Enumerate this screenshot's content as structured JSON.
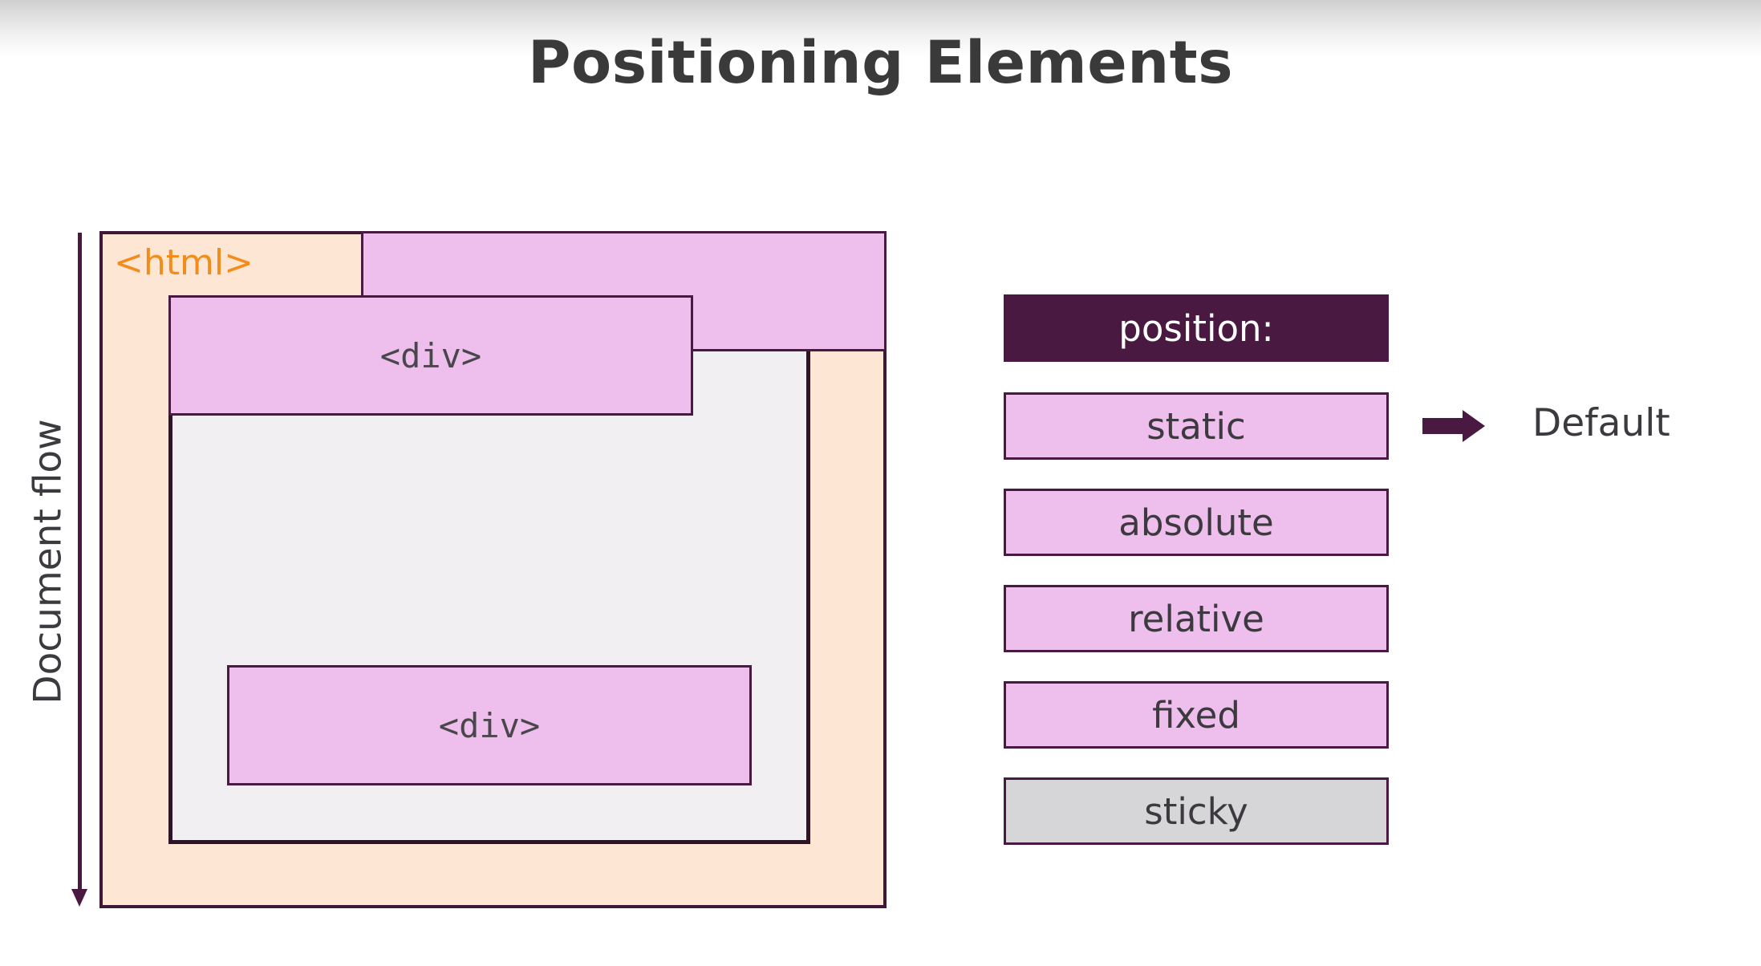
{
  "title": "Positioning Elements",
  "diagram": {
    "flow_label": "Document flow",
    "html_label": "<html>",
    "div_label": "<div>"
  },
  "position_list": {
    "header": "position:",
    "items": [
      "static",
      "absolute",
      "relative",
      "fixed",
      "sticky"
    ],
    "default_note": "Default",
    "default_arrow_icon": "arrow-right-icon"
  },
  "colors": {
    "accent": "#4a1942",
    "html_bg": "#fee6d4",
    "html_label": "#f28c1a",
    "div_bg": "#eebfec",
    "body_bg": "#f1eff2",
    "sticky_bg": "#d6d5d8"
  }
}
